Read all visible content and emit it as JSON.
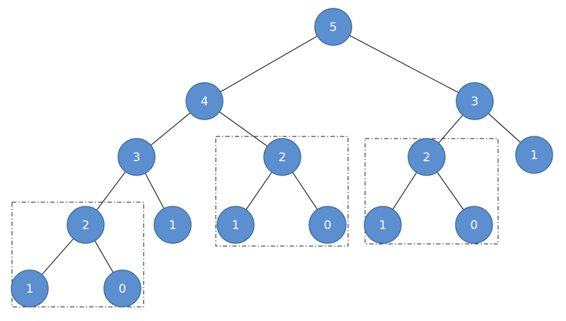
{
  "diagram": {
    "nodes": [
      {
        "id": "n0",
        "label": "5"
      },
      {
        "id": "n1",
        "label": "4"
      },
      {
        "id": "n2",
        "label": "3"
      },
      {
        "id": "n3",
        "label": "3"
      },
      {
        "id": "n4",
        "label": "2"
      },
      {
        "id": "n5",
        "label": "2"
      },
      {
        "id": "n6",
        "label": "1"
      },
      {
        "id": "n7",
        "label": "2"
      },
      {
        "id": "n8",
        "label": "1"
      },
      {
        "id": "n9",
        "label": "1"
      },
      {
        "id": "n10",
        "label": "0"
      },
      {
        "id": "n11",
        "label": "1"
      },
      {
        "id": "n12",
        "label": "0"
      },
      {
        "id": "n13",
        "label": "1"
      },
      {
        "id": "n14",
        "label": "0"
      }
    ],
    "edges": [
      [
        "n0",
        "n1"
      ],
      [
        "n0",
        "n2"
      ],
      [
        "n1",
        "n3"
      ],
      [
        "n1",
        "n4"
      ],
      [
        "n2",
        "n5"
      ],
      [
        "n2",
        "n6"
      ],
      [
        "n3",
        "n7"
      ],
      [
        "n3",
        "n8"
      ],
      [
        "n4",
        "n9"
      ],
      [
        "n4",
        "n10"
      ],
      [
        "n5",
        "n11"
      ],
      [
        "n5",
        "n12"
      ],
      [
        "n7",
        "n13"
      ],
      [
        "n7",
        "n14"
      ]
    ],
    "groups": [
      {
        "id": "g-left",
        "members": [
          "n7",
          "n13",
          "n14"
        ]
      },
      {
        "id": "g-middle",
        "members": [
          "n4",
          "n9",
          "n10"
        ]
      },
      {
        "id": "g-right",
        "members": [
          "n5",
          "n11",
          "n12"
        ]
      }
    ],
    "colors": {
      "node_fill": "#5b8fd0",
      "node_stroke": "#41719c",
      "label": "#ffffff",
      "edge": "#262626",
      "group_border": "#1a1a1a"
    }
  }
}
